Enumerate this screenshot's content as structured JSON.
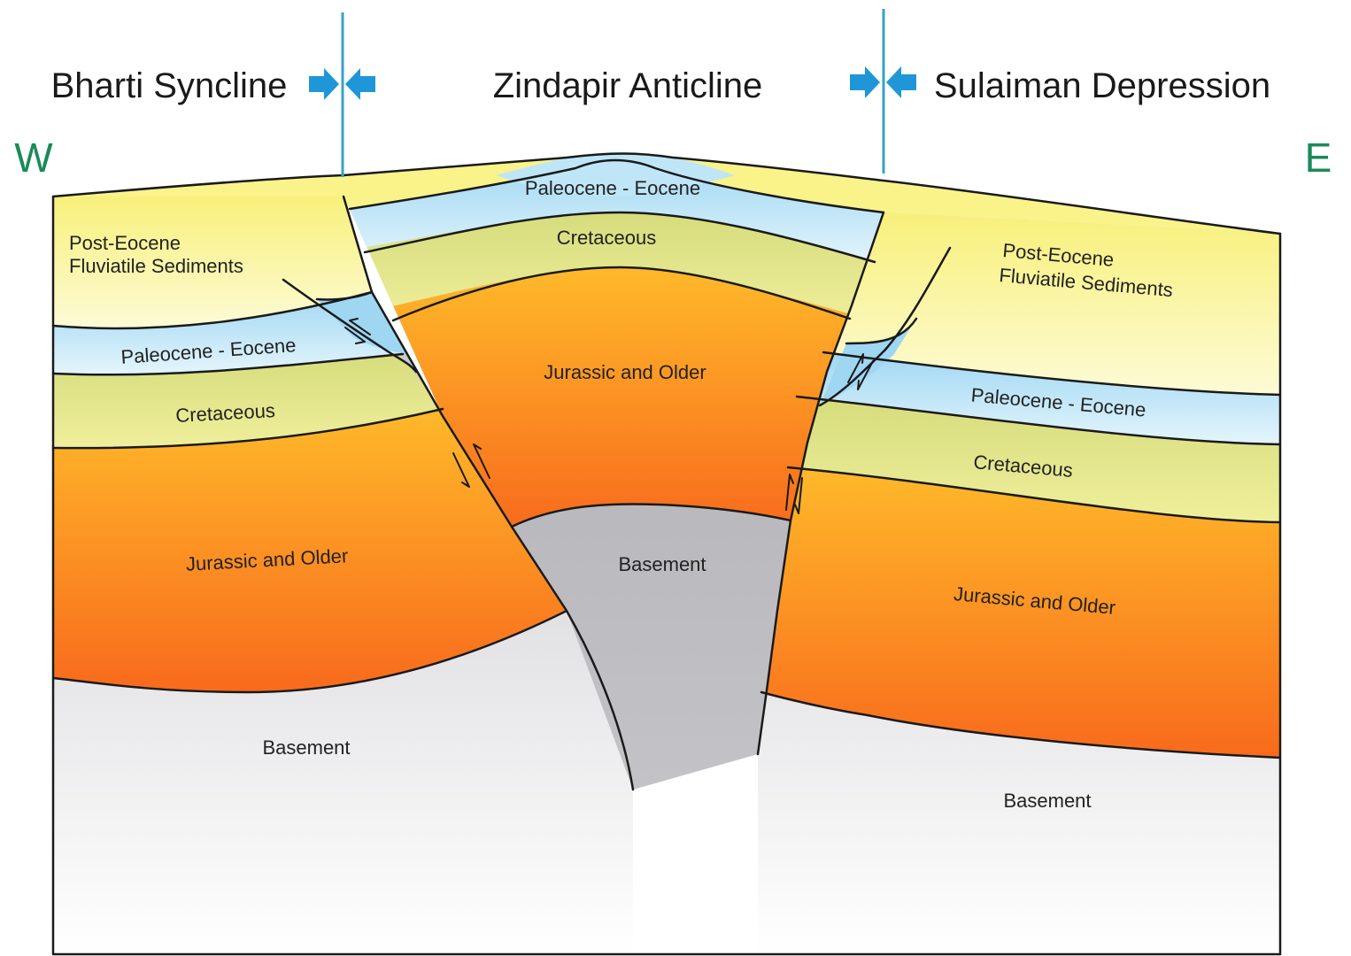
{
  "regions": {
    "west_block": "Bharti Syncline",
    "central_block": "Zindapir Anticline",
    "east_block": "Sulaiman Depression"
  },
  "compass": {
    "west": "W",
    "east": "E",
    "color": "#1a8a5a"
  },
  "boundary_color": "#3aa0c8",
  "arrow_color": "#1f96d8",
  "layers": {
    "post_eocene": {
      "name_line1": "Post-Eocene",
      "name_line2": "Fluviatile Sediments",
      "color": "#fbf6a8"
    },
    "paleocene_eocene": {
      "name": "Paleocene - Eocene",
      "color": "#bfe6f7"
    },
    "cretaceous": {
      "name": "Cretaceous",
      "color": "#dfe28a"
    },
    "jurassic": {
      "name": "Jurassic and Older",
      "color": "#fb9a22"
    },
    "basement": {
      "name": "Basement",
      "color": "#b9b9be"
    }
  },
  "icons": [
    "converging-arrows-icon",
    "fault-motion-arrow-icon"
  ]
}
